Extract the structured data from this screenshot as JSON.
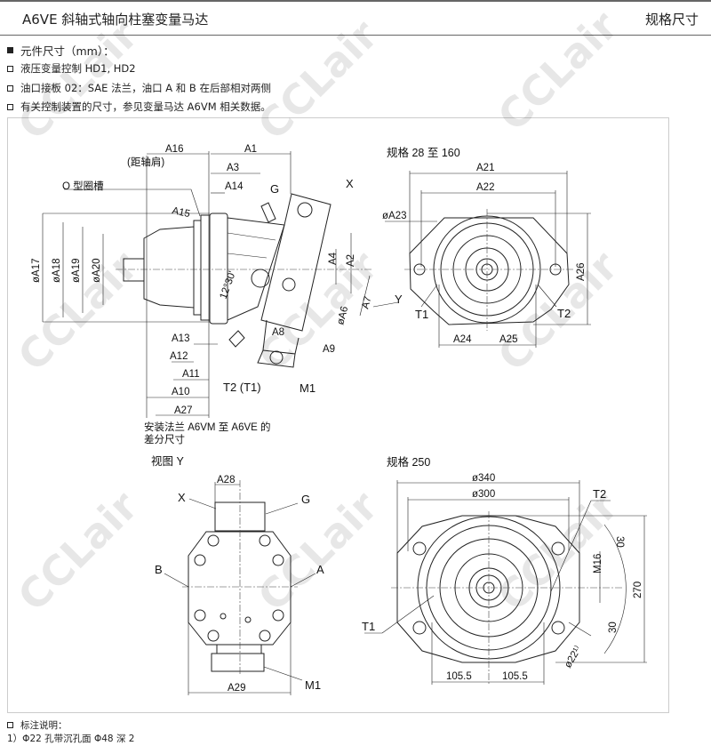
{
  "header": {
    "title": "A6VE 斜轴式轴向柱塞变量马达",
    "section": "规格尺寸"
  },
  "bullets": [
    {
      "text": "元件尺寸（mm）：",
      "filled": true
    },
    {
      "text": "液压变量控制 HD1, HD2",
      "filled": false
    },
    {
      "text": "油口接板 02：SAE 法兰，油口 A 和 B 在后部相对两侧",
      "filled": false
    },
    {
      "text": "有关控制装置的尺寸，参见变量马达  A6VM 相关数据。",
      "filled": false
    }
  ],
  "side_view": {
    "A16": "A16",
    "A1": "A1",
    "shaft_note": "(距轴肩)",
    "A3": "A3",
    "o_ring": "O 型圈槽",
    "A14": "A14",
    "G": "G",
    "X": "X",
    "A15": "A15",
    "A17": "øA17",
    "A18": "øA18",
    "A19": "øA19",
    "A20": "øA20",
    "A4": "A4",
    "A2": "A2",
    "A7": "A7",
    "A6": "øA6",
    "A8": "A8",
    "A9": "A9",
    "angle": "12°30'",
    "Y": "Y",
    "A13": "A13",
    "A12": "A12",
    "A11": "A11",
    "A10": "A10",
    "A27": "A27",
    "T2T1": "T2 (T1)",
    "M1": "M1",
    "note1": "安装法兰 A6VM 至 A6VE 的",
    "note2": "差分尺寸"
  },
  "front_28_160": {
    "title": "规格 28 至 160",
    "A21": "A21",
    "A22": "A22",
    "A23": "øA23",
    "A26": "A26",
    "T1": "T1",
    "T2": "T2",
    "A24": "A24",
    "A25": "A25"
  },
  "view_y": {
    "title": "视图  Y",
    "A28": "A28",
    "X": "X",
    "G": "G",
    "B": "B",
    "A": "A",
    "A29": "A29",
    "M1": "M1"
  },
  "front_250": {
    "title": "规格 250",
    "d340": "ø340",
    "d300": "ø300",
    "T2": "T2",
    "T1": "T1",
    "M16": "M16",
    "a30_top": "30",
    "a30_bot": "30",
    "h270": "270",
    "d22": "ø22¹⁾",
    "w1": "105.5",
    "w2": "105.5"
  },
  "watermark": "CCLair",
  "footnotes": {
    "heading": "标注说明：",
    "items": [
      "1）Φ22 孔带沉孔面 Φ48 深 2"
    ]
  }
}
